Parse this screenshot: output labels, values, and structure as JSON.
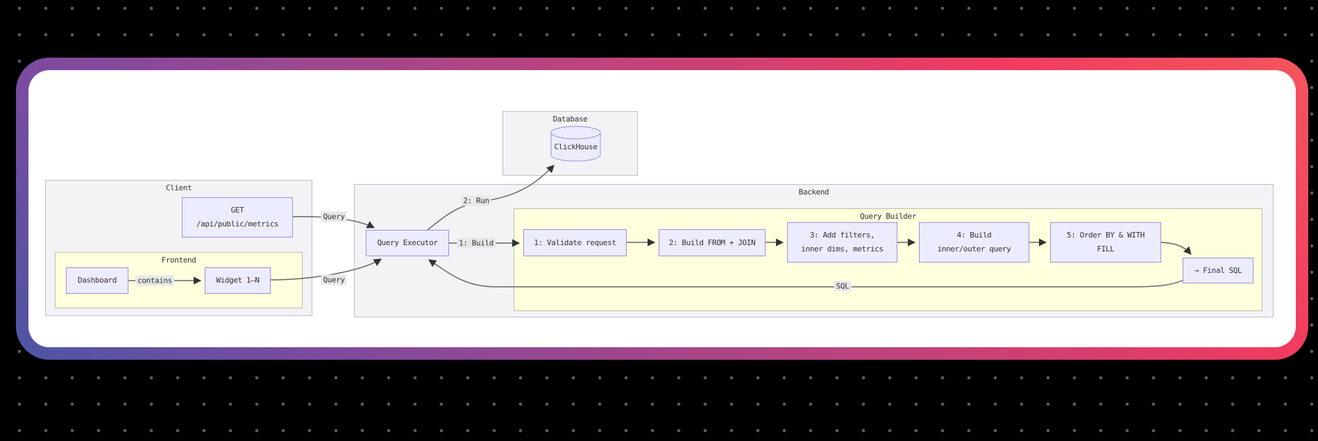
{
  "diagram": {
    "clusters": {
      "database": {
        "label": "Database"
      },
      "client": {
        "label": "Client"
      },
      "frontend": {
        "label": "Frontend"
      },
      "backend": {
        "label": "Backend"
      },
      "query_builder": {
        "label": "Query Builder"
      }
    },
    "nodes": {
      "clickhouse": {
        "label": "ClickHouse"
      },
      "get_endpoint": {
        "line1": "GET",
        "line2": "/api/public/metrics"
      },
      "dashboard": {
        "label": "Dashboard"
      },
      "widget": {
        "label": "Widget 1–N"
      },
      "query_executor": {
        "label": "Query Executor"
      },
      "validate": {
        "label": "1: Validate request"
      },
      "from_join": {
        "label": "2: Build FROM + JOIN"
      },
      "filters": {
        "line1": "3: Add filters,",
        "line2": "inner dims, metrics"
      },
      "inner_outer": {
        "line1": "4: Build",
        "line2": "inner/outer query"
      },
      "order_by": {
        "line1": "5: Order BY & WITH",
        "line2": "FILL"
      },
      "final_sql": {
        "label": "→ Final SQL"
      }
    },
    "edge_labels": {
      "query_top": "Query",
      "query_bottom": "Query",
      "contains": "contains",
      "build": "1: Build",
      "run": "2: Run",
      "sql": "SQL"
    },
    "colors": {
      "node_fill": "#ECECFF",
      "node_border": "#9E8FDB",
      "cluster_fill": "#F3F3F6",
      "cluster_alt_fill": "#FFFFDE",
      "edge_stroke": "#666666",
      "edge_label_bg": "#E8E8E8",
      "card_gradient_start": "#4D55A4",
      "card_gradient_end": "#F4565E",
      "background": "#000000"
    }
  }
}
